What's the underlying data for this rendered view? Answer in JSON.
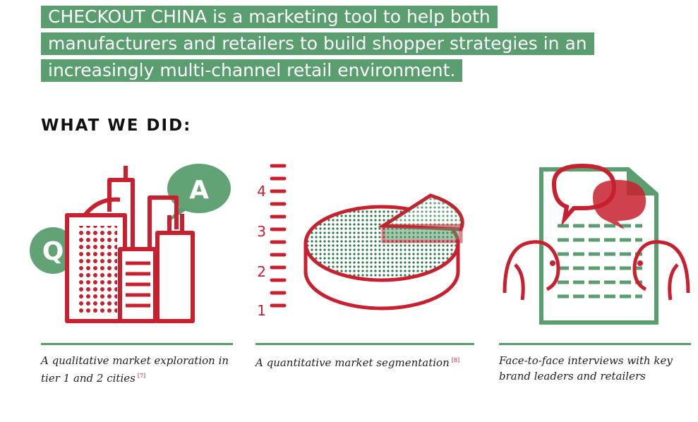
{
  "intro": {
    "lines": [
      "CHECKOUT CHINA is a marketing tool to help both",
      "manufacturers and retailers to build shopper strategies in an",
      "increasingly multi-channel retail environment."
    ]
  },
  "section": {
    "heading": "WHAT WE DID:"
  },
  "items": [
    {
      "caption_line1": "A qualitative market exploration in",
      "caption_line2": "tier 1 and 2 cities",
      "ref": "[7]",
      "bubble_q": "Q",
      "bubble_a": "A"
    },
    {
      "caption_line1": "A quantitative market segmentation",
      "ref": "[8]",
      "scale": [
        "4",
        "3",
        "2",
        "1"
      ]
    },
    {
      "caption_line1": "Face-to-face interviews with key",
      "caption_line2": "brand leaders and retailers"
    }
  ],
  "colors": {
    "green": "#5a9e6f",
    "red": "#c8202f"
  },
  "icons": [
    "city-qa-icon",
    "pie-scale-icon",
    "interview-document-icon"
  ]
}
